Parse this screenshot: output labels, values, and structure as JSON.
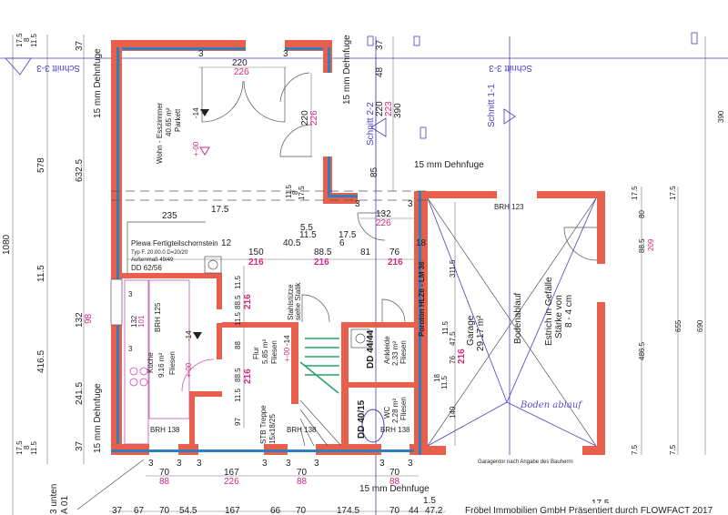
{
  "colors": {
    "wall": "#e8604c",
    "insulation": "#2d7fc0",
    "clear_height": "#d6287f",
    "section_lines": "#4a3fc4",
    "stairs": "#2aa36b"
  },
  "rooms": {
    "living": {
      "name": "Wohn - Esszimmer",
      "area": "40.65 m²",
      "floor": "Parkett",
      "level_a": "-14",
      "level_b": "+-00"
    },
    "kitchen": {
      "name": "Küche",
      "area": "9.16 m²",
      "floor": "Fliesen",
      "brh_window": "BRH 125",
      "brh_bottom": "BRH 138",
      "level_a": "-14",
      "level_b": "+-00"
    },
    "hall": {
      "name": "Flur",
      "area": "5.85 m²",
      "floor": "Fliesen",
      "level_a": "-14",
      "level_b": "+-00",
      "stairs": "STB Treppe",
      "stairs_size": "15x18/25",
      "brh": "BRH 138"
    },
    "dressing": {
      "name": "Ankleide",
      "area": "2.33 m²",
      "floor": "Fliesen"
    },
    "wc": {
      "name": "WC",
      "area": "2.28 m²",
      "floor": "Fliesen",
      "brh": "BRH 138"
    },
    "garage": {
      "name": "Garage",
      "area": "29.17 m²",
      "brh": "BRH 123",
      "drain": "Bodenablauf",
      "screed_1": "Estrich in Gefälle",
      "screed_2": "Stärke von",
      "screed_3": "8 - 4 cm",
      "gate_note": "Garagentor nach Angabe des Bauherrn",
      "handwritten": "Boden ablauf"
    }
  },
  "notes": {
    "chimney": "Plewa Fertigteilschornstein",
    "chimney_type": "Typ F. 20.00.0 D=20/20",
    "chimney_outer": "Außenmaß 49/49",
    "chimney_dd": "DD 62/56",
    "steel_column_1": "Stahlstütze",
    "steel_column_2": "siehe Statik",
    "dd_dressing": "DD 44/44",
    "dd_wc": "DD 40/15",
    "wall_type": "Poroton HLZ6 - LM 36",
    "expansion_joint": "15 mm Dehnfuge",
    "section_1": "Schnitt 1-1",
    "section_2": "Schnitt 2-2",
    "section_3": "Schnitt 3-3",
    "bottom_left": "3 unten",
    "bottom_left_2": "A 01"
  },
  "dims": {
    "top": [
      "3",
      "220",
      "226",
      "3"
    ],
    "living_door": [
      "220",
      "226"
    ],
    "right_stack": [
      "37",
      "48",
      "220",
      "223",
      "390",
      "85"
    ],
    "left_outer": [
      "1080",
      "578",
      "11.5",
      "416.5",
      "17.5",
      "8",
      "11.5",
      "17.5",
      "8",
      "11.5"
    ],
    "left_inner": [
      "37",
      "632.5",
      "132",
      "98",
      "241.5",
      "37"
    ],
    "middle_a": [
      "235",
      "17.5",
      "12",
      "150",
      "216",
      "40.5",
      "5.5",
      "11.5",
      "88.5",
      "216",
      "17.5",
      "6",
      "81",
      "76",
      "216",
      "18",
      "132",
      "226",
      "3",
      "3",
      "11.5",
      "8",
      "17.5"
    ],
    "hall_vertical": [
      "11.5",
      "88.5",
      "216",
      "11.5",
      "88",
      "88.5",
      "216",
      "11.5",
      "97"
    ],
    "kitchen_window": [
      "132",
      "101",
      "3",
      "3"
    ],
    "garage_inner": [
      "311.5",
      "11.5",
      "47.5",
      "76",
      "216",
      "18",
      "11.5",
      "140"
    ],
    "right_outer": [
      "17.5",
      "80",
      "88.5",
      "209",
      "486.5",
      "7.5",
      "17.5",
      "655",
      "690",
      "7.5",
      "390"
    ],
    "bottom_openings": [
      "3",
      "3",
      "3",
      "3",
      "3",
      "3",
      "3",
      "3",
      "70",
      "88",
      "167",
      "226",
      "70",
      "88",
      "70",
      "88"
    ],
    "bottom_row": [
      "37",
      "67",
      "70",
      "54.5",
      "167",
      "66",
      "70",
      "174.5",
      "70",
      "44",
      "47.2",
      "1.5",
      "17.5"
    ]
  },
  "footer": "Fröbel  Immobilien GmbH Präsentiert durch FLOWFACT 2017"
}
